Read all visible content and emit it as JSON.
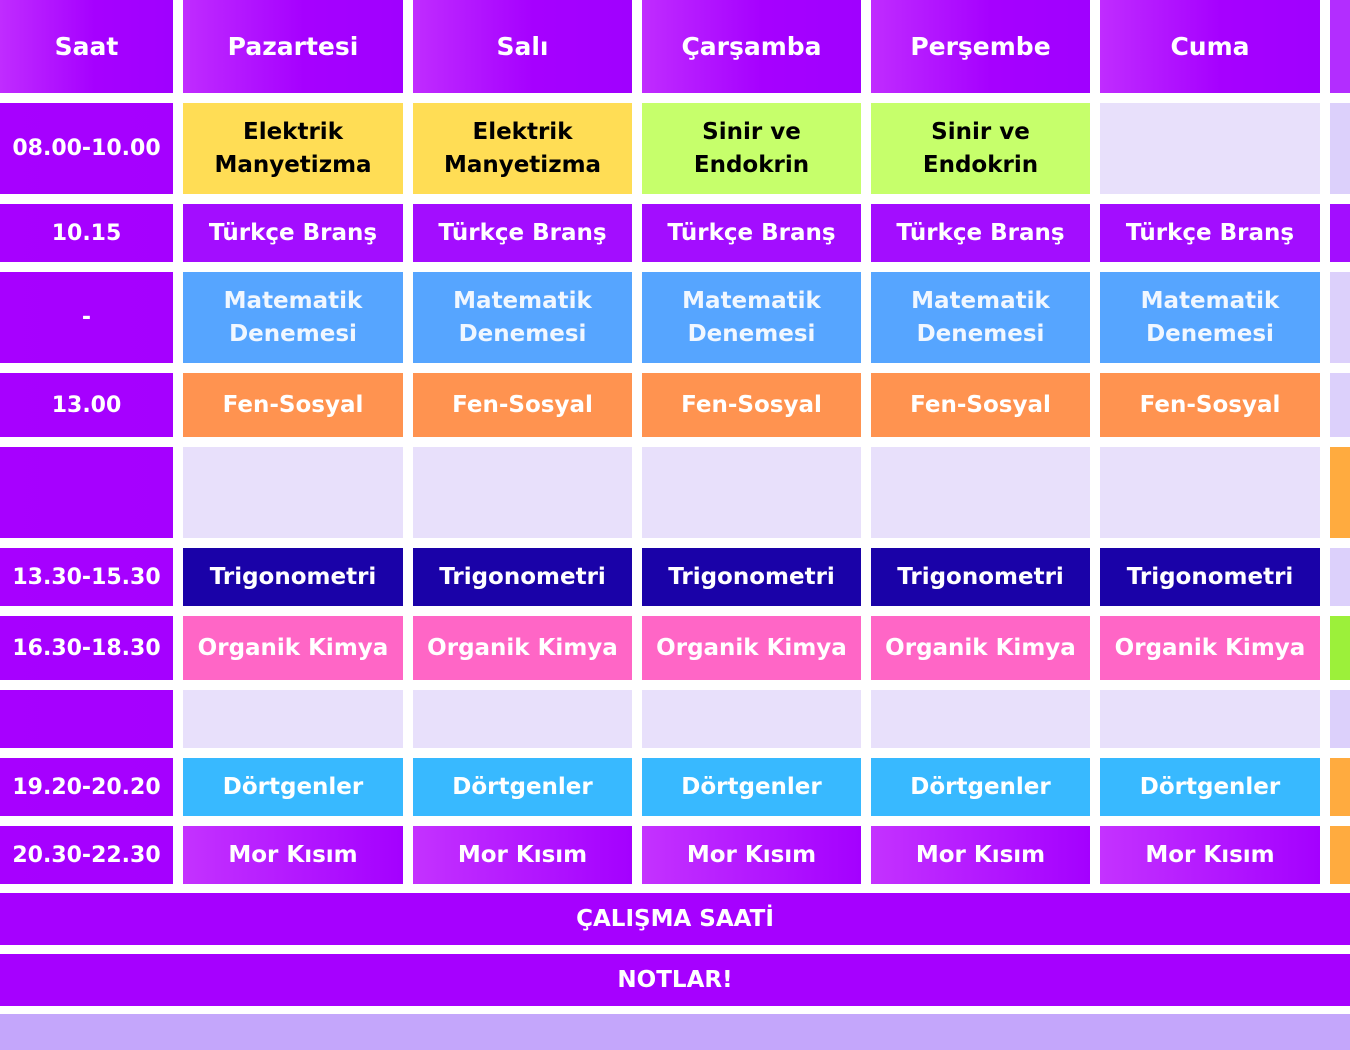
{
  "header": {
    "saat": "Saat",
    "days": [
      "Pazartesi",
      "Salı",
      "Çarşamba",
      "Perşembe",
      "Cuma"
    ]
  },
  "rows": [
    {
      "time": "08.00-10.00",
      "cells": [
        "Elektrik Manyetizma",
        "Elektrik Manyetizma",
        "Sinir ve Endokrin",
        "Sinir ve Endokrin",
        ""
      ]
    },
    {
      "time": "10.15",
      "cells": [
        "Türkçe Branş",
        "Türkçe Branş",
        "Türkçe Branş",
        "Türkçe Branş",
        "Türkçe Branş"
      ]
    },
    {
      "time": "-",
      "cells": [
        "Matematik Denemesi",
        "Matematik Denemesi",
        "Matematik Denemesi",
        "Matematik Denemesi",
        "Matematik Denemesi"
      ]
    },
    {
      "time": "13.00",
      "cells": [
        "Fen-Sosyal",
        "Fen-Sosyal",
        "Fen-Sosyal",
        "Fen-Sosyal",
        "Fen-Sosyal"
      ]
    },
    {
      "time": "",
      "cells": [
        "",
        "",
        "",
        "",
        ""
      ]
    },
    {
      "time": "13.30-15.30",
      "cells": [
        "Trigonometri",
        "Trigonometri",
        "Trigonometri",
        "Trigonometri",
        "Trigonometri"
      ]
    },
    {
      "time": "16.30-18.30",
      "cells": [
        "Organik Kimya",
        "Organik Kimya",
        "Organik Kimya",
        "Organik Kimya",
        "Organik Kimya"
      ]
    },
    {
      "time": "",
      "cells": [
        "",
        "",
        "",
        "",
        ""
      ]
    },
    {
      "time": "19.20-20.20",
      "cells": [
        "Dörtgenler",
        "Dörtgenler",
        "Dörtgenler",
        "Dörtgenler",
        "Dörtgenler"
      ]
    },
    {
      "time": "20.30-22.30",
      "cells": [
        "Mor Kısım",
        "Mor Kısım",
        "Mor Kısım",
        "Mor Kısım",
        "Mor Kısım"
      ]
    }
  ],
  "footer": {
    "study_hours": "ÇALIŞMA SAATİ",
    "notes": "NOTLAR!"
  },
  "colors": {
    "header_purple": "#a600ff",
    "electric_yellow": "#ffdd55",
    "nerve_lime": "#c6ff6b",
    "empty_lavender": "#e8e0fb",
    "turkish_purple": "#a30dff",
    "math_blue": "#56a5ff",
    "science_orange": "#ff9350",
    "trig_navy": "#1a02a8",
    "chem_pink": "#ff66c6",
    "shapes_cyan": "#38b9ff",
    "notes_area": "#c4a6fb"
  }
}
